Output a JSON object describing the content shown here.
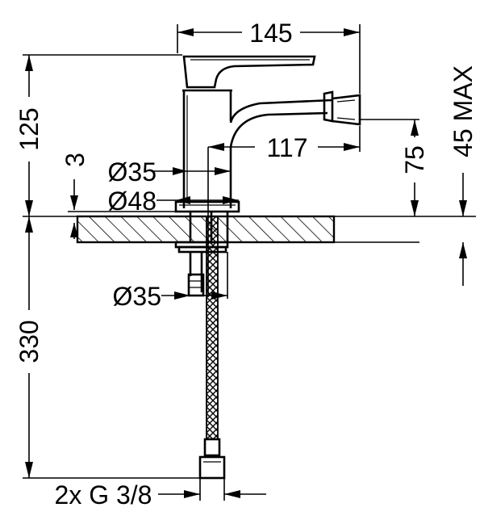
{
  "dimensions": {
    "width_top": "145",
    "height_total": "125",
    "spout_reach": "117",
    "spout_height": "75",
    "deck_thickness": "45 MAX",
    "base_gap": "3",
    "body_diameter": "Ø35",
    "base_diameter": "Ø48",
    "shank_diameter": "Ø35",
    "hose_length": "330",
    "connection": "2x G 3/8"
  }
}
